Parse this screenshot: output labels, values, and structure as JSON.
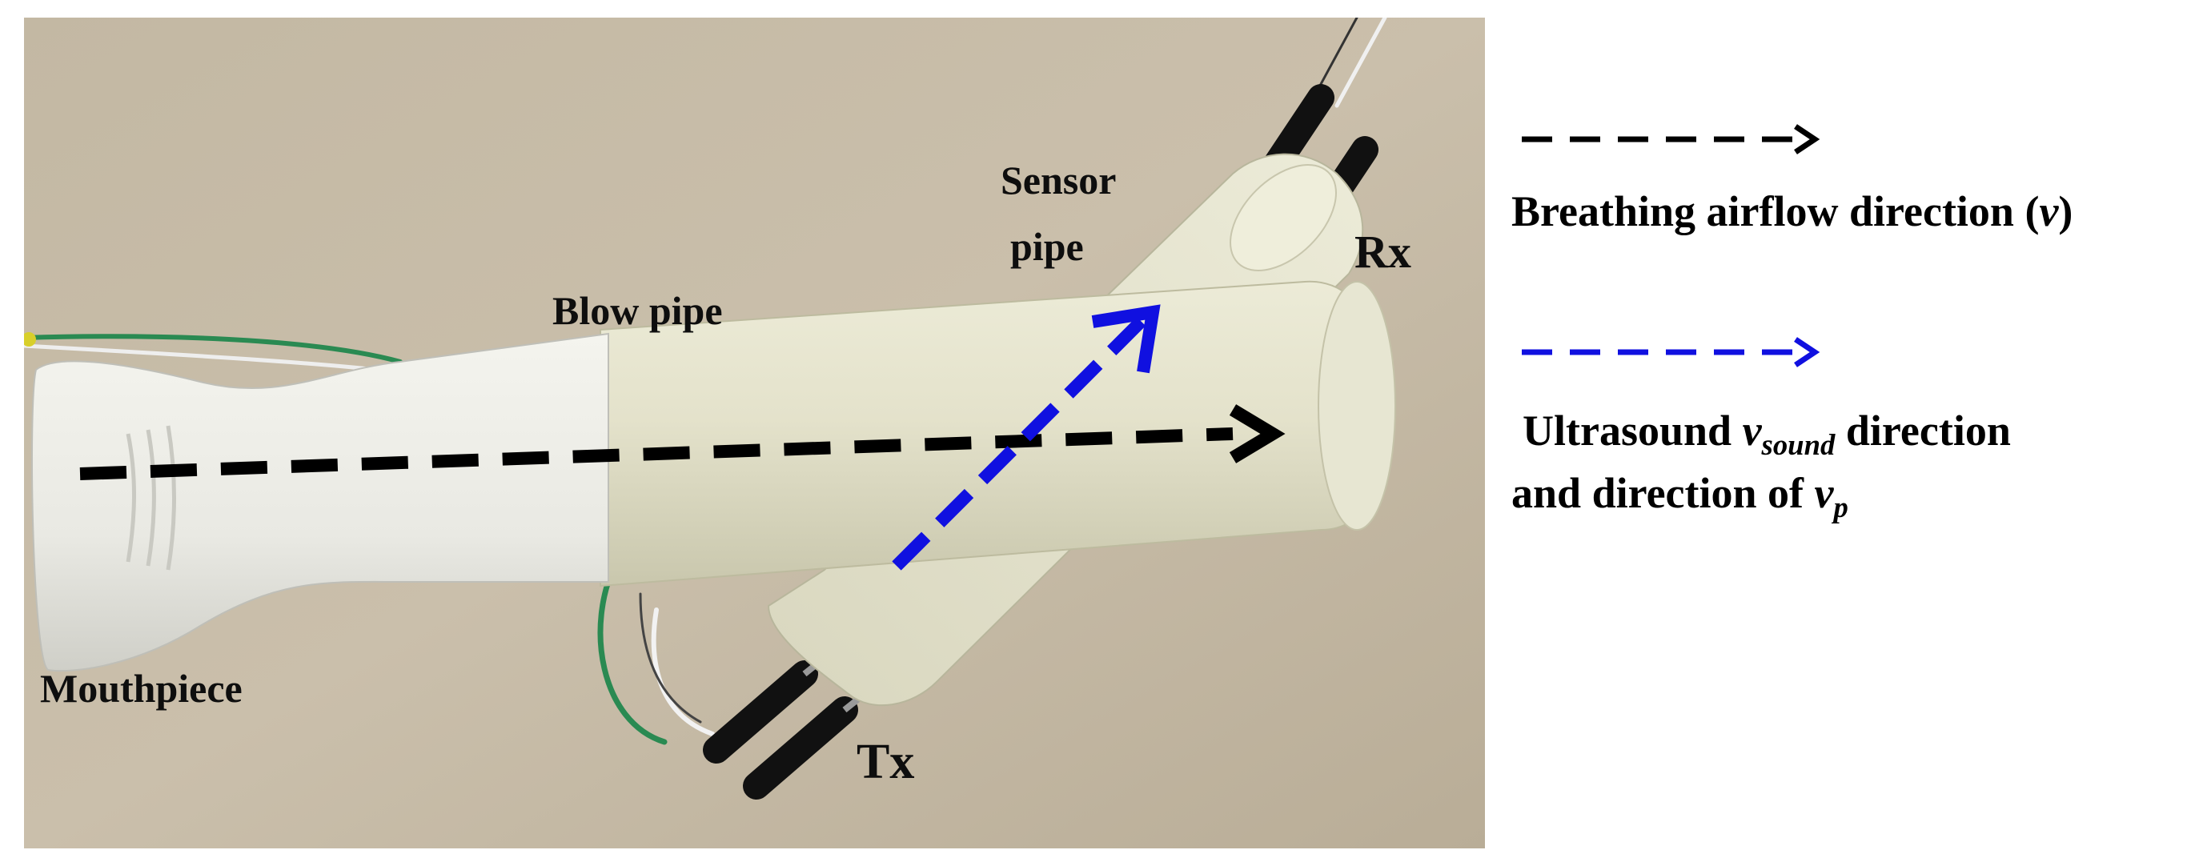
{
  "photo": {
    "labels": {
      "mouthpiece": "Mouthpiece",
      "blow_pipe": "Blow pipe",
      "sensor_pipe_line1": "Sensor",
      "sensor_pipe_line2": "pipe",
      "rx": "Rx",
      "tx": "Tx"
    },
    "arrows": {
      "airflow_color": "#000000",
      "ultrasound_color": "#1010e0"
    }
  },
  "legend": {
    "airflow": {
      "text": "Breathing airflow direction (",
      "symbol": "v",
      "suffix": ")",
      "color": "#000000"
    },
    "ultrasound": {
      "line1_prefix": "Ultrasound ",
      "line1_symbol": "v",
      "line1_subscript": "sound",
      "line1_suffix": " direction",
      "line2_prefix": "and direction of ",
      "line2_symbol": "v",
      "line2_subscript": "p",
      "color": "#1010e0"
    }
  }
}
